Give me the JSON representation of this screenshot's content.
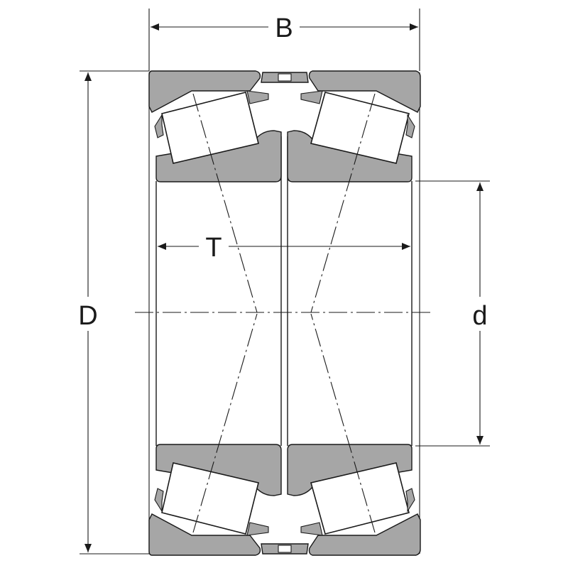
{
  "diagram": {
    "labels": {
      "B": "B",
      "D": "D",
      "d": "d",
      "T": "T"
    },
    "colors": {
      "ring_fill": "#a6a6a6",
      "stroke": "#1a1a1a",
      "background": "#ffffff"
    }
  }
}
